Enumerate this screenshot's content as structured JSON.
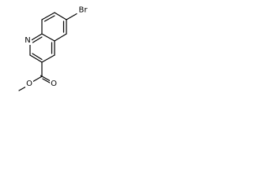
{
  "molecule": {
    "atoms": {
      "bromine": "Br",
      "ring_nitrogen": "N",
      "carbonyl_oxygen": "O",
      "ester_oxygen": "O"
    }
  }
}
